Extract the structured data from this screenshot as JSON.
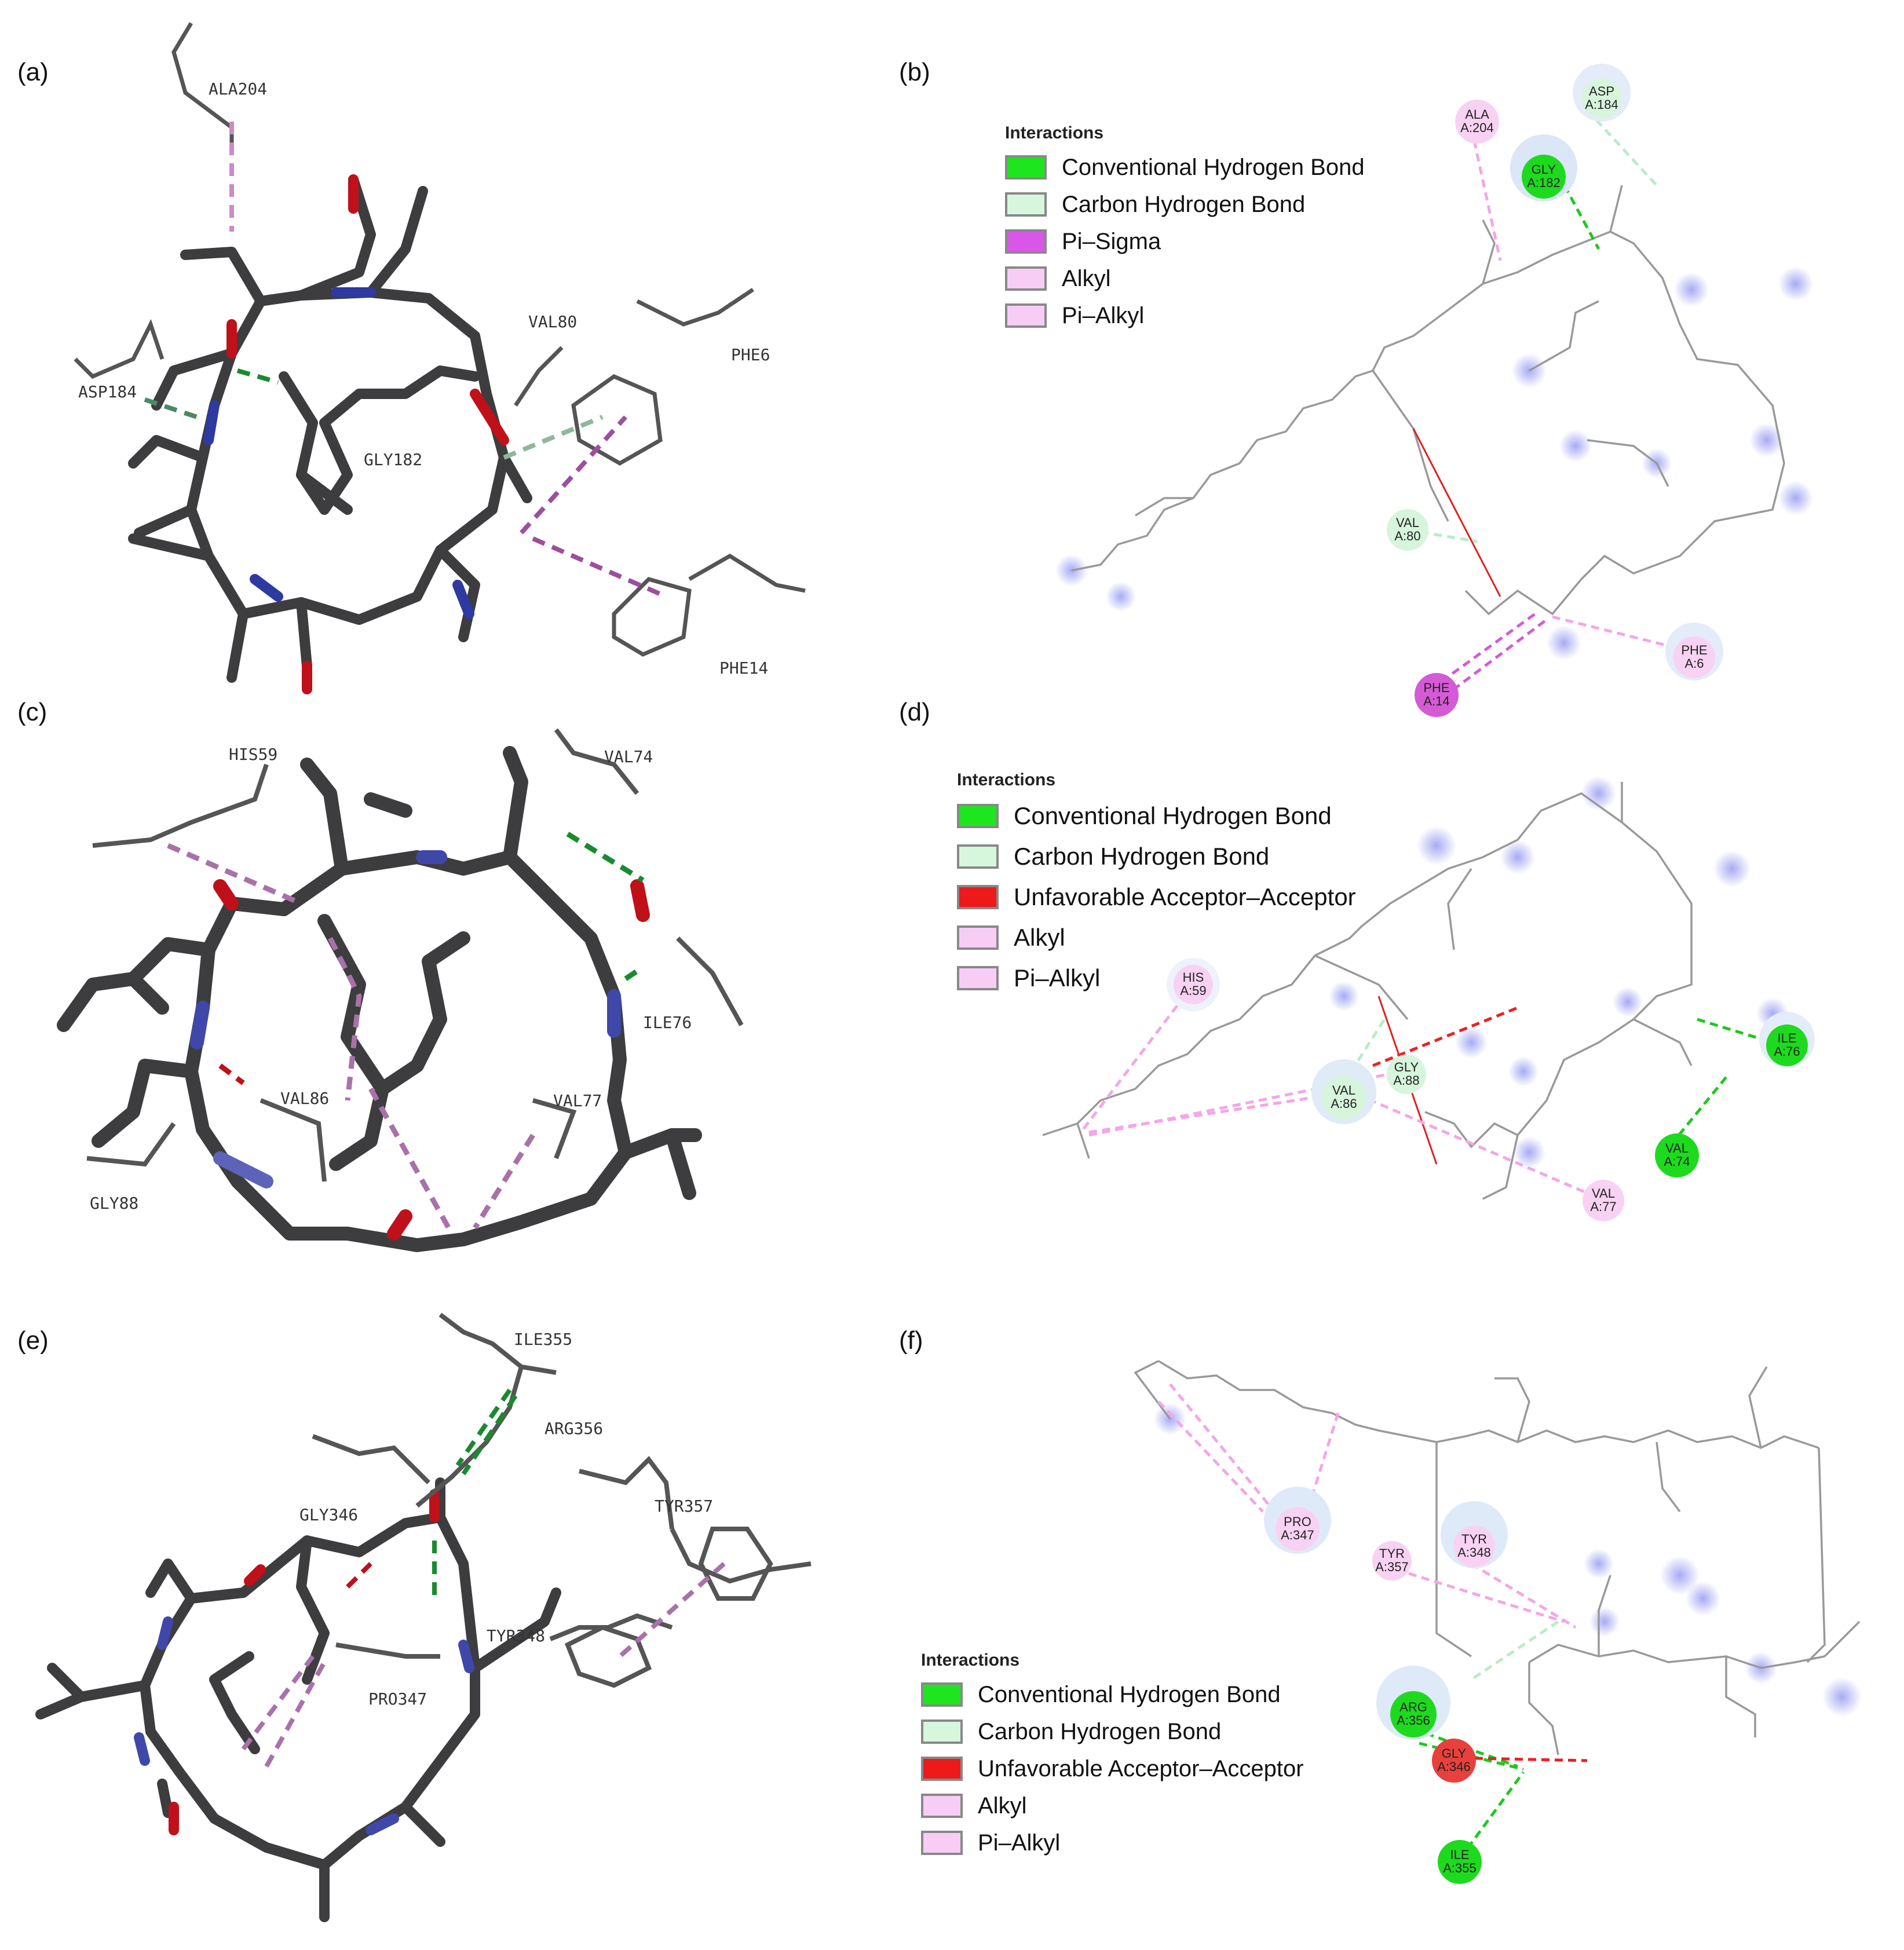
{
  "panels": {
    "a": {
      "label": "(a)"
    },
    "b": {
      "label": "(b)"
    },
    "c": {
      "label": "(c)"
    },
    "d": {
      "label": "(d)"
    },
    "e": {
      "label": "(e)"
    },
    "f": {
      "label": "(f)"
    }
  },
  "legend_b": {
    "title": "Interactions",
    "items": [
      {
        "label": "Conventional Hydrogen Bond",
        "color": "#1ee61e"
      },
      {
        "label": "Carbon Hydrogen Bond",
        "color": "#d6f7dc"
      },
      {
        "label": "Pi–Sigma",
        "color": "#d957e6"
      },
      {
        "label": "Alkyl",
        "color": "#f8cdf5"
      },
      {
        "label": "Pi–Alkyl",
        "color": "#f8cdf5"
      }
    ]
  },
  "legend_d": {
    "title": "Interactions",
    "items": [
      {
        "label": "Conventional Hydrogen Bond",
        "color": "#1ee61e"
      },
      {
        "label": "Carbon Hydrogen Bond",
        "color": "#d6f7dc"
      },
      {
        "label": "Unfavorable Acceptor–Acceptor",
        "color": "#ee1a1a"
      },
      {
        "label": "Alkyl",
        "color": "#f8cdf5"
      },
      {
        "label": "Pi–Alkyl",
        "color": "#f8cdf5"
      }
    ]
  },
  "legend_f": {
    "title": "Interactions",
    "items": [
      {
        "label": "Conventional Hydrogen Bond",
        "color": "#1ee61e"
      },
      {
        "label": "Carbon Hydrogen Bond",
        "color": "#d6f7dc"
      },
      {
        "label": "Unfavorable Acceptor–Acceptor",
        "color": "#ee1a1a"
      },
      {
        "label": "Alkyl",
        "color": "#f8cdf5"
      },
      {
        "label": "Pi–Alkyl",
        "color": "#f8cdf5"
      }
    ]
  },
  "residues_a": [
    "ALA204",
    "ASP184",
    "VAL80",
    "PHE6",
    "GLY182",
    "PHE14"
  ],
  "residues_c": [
    "HIS59",
    "VAL74",
    "ILE76",
    "VAL86",
    "VAL77",
    "GLY88"
  ],
  "residues_e": [
    "ILE355",
    "ARG356",
    "GLY346",
    "TYR357",
    "TYR348",
    "PRO347"
  ],
  "circles_b": [
    {
      "l1": "ALA",
      "l2": "A:204"
    },
    {
      "l1": "ASP",
      "l2": "A:184"
    },
    {
      "l1": "GLY",
      "l2": "A:182"
    },
    {
      "l1": "VAL",
      "l2": "A:80"
    },
    {
      "l1": "PHE",
      "l2": "A:14"
    },
    {
      "l1": "PHE",
      "l2": "A:6"
    }
  ],
  "circles_d": [
    {
      "l1": "HIS",
      "l2": "A:59"
    },
    {
      "l1": "VAL",
      "l2": "A:86"
    },
    {
      "l1": "GLY",
      "l2": "A:88"
    },
    {
      "l1": "ILE",
      "l2": "A:76"
    },
    {
      "l1": "VAL",
      "l2": "A:74"
    },
    {
      "l1": "VAL",
      "l2": "A:77"
    }
  ],
  "circles_f": [
    {
      "l1": "PRO",
      "l2": "A:347"
    },
    {
      "l1": "TYR",
      "l2": "A:357"
    },
    {
      "l1": "TYR",
      "l2": "A:348"
    },
    {
      "l1": "ARG",
      "l2": "A:356"
    },
    {
      "l1": "GLY",
      "l2": "A:346"
    },
    {
      "l1": "ILE",
      "l2": "A:355"
    }
  ]
}
